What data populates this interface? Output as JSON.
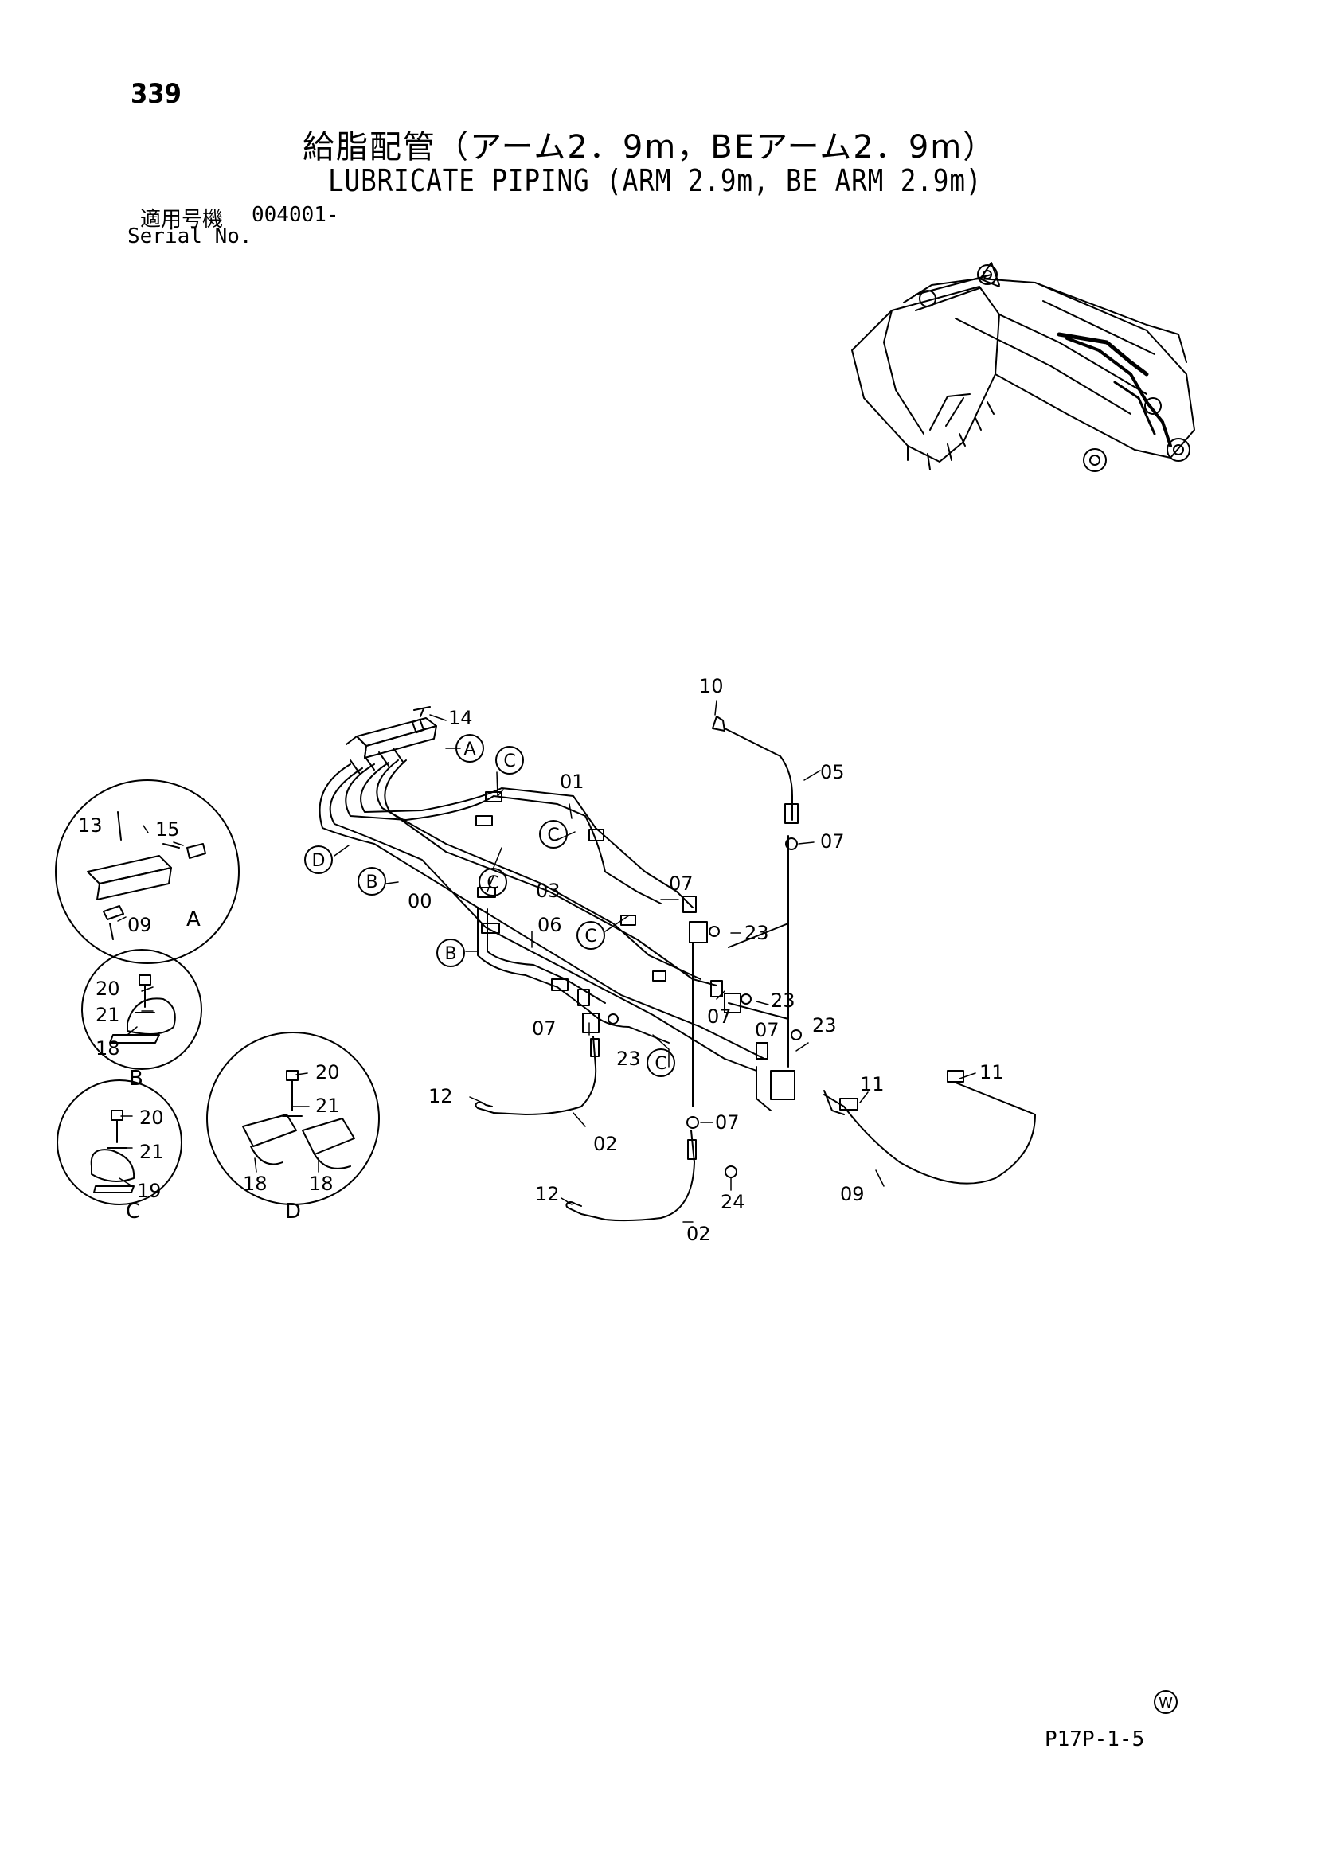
{
  "header": {
    "page_number": "339",
    "title_jp": "給脂配管（アーム2．9m，BEアーム2．9m）",
    "title_en": "LUBRICATE PIPING (ARM 2.9m, BE ARM 2.9m)",
    "serial_label_jp": "適用号機",
    "serial_value": "004001-",
    "serial_label_en": "Serial No."
  },
  "diagram": {
    "callouts": [
      "00",
      "01",
      "02",
      "03",
      "05",
      "06",
      "07",
      "09",
      "10",
      "11",
      "12",
      "13",
      "14",
      "15",
      "18",
      "19",
      "20",
      "21",
      "23",
      "24"
    ],
    "circled_refs": [
      "A",
      "B",
      "C",
      "D"
    ],
    "detail_views": [
      {
        "label": "A",
        "parts": [
          "13",
          "15",
          "09"
        ]
      },
      {
        "label": "B",
        "parts": [
          "20",
          "21",
          "18"
        ]
      },
      {
        "label": "C",
        "parts": [
          "20",
          "21",
          "19"
        ]
      },
      {
        "label": "D",
        "parts": [
          "20",
          "21",
          "18",
          "18"
        ]
      }
    ]
  },
  "footer": {
    "page_code": "P17P-1-5",
    "logo_letter": "W"
  }
}
